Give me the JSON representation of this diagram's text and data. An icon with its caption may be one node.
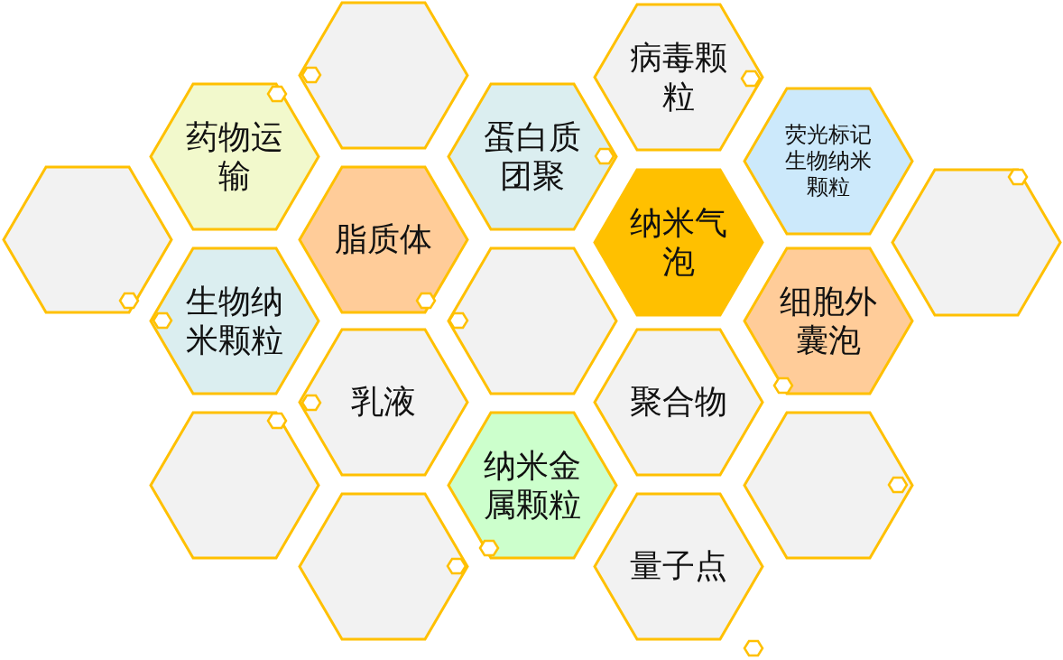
{
  "diagram": {
    "nodes": [
      {
        "text": [],
        "shape": "hexagon"
      },
      {
        "text": [
          "病毒颗粒"
        ]
      },
      {
        "text": [
          "药物运输"
        ]
      },
      {
        "text": [
          "蛋白质团聚"
        ]
      },
      {
        "text": [
          "荧光标记生物纳米颗粒"
        ]
      },
      {
        "text": [],
        "shape": "hexagon"
      },
      {
        "text": [
          "脂质体"
        ]
      },
      {
        "text": [
          "纳米气泡"
        ]
      },
      {
        "text": [],
        "shape": "hexagon"
      },
      {
        "text": [
          "生物纳米颗粒"
        ]
      },
      {
        "text": [],
        "shape": "hexagon"
      },
      {
        "text": [
          "细胞外囊泡"
        ]
      },
      {
        "text": [
          "乳液"
        ]
      },
      {
        "text": [
          "聚合物"
        ]
      },
      {
        "text": [],
        "shape": "hexagon"
      },
      {
        "text": [
          "纳米金属颗粒"
        ]
      },
      {
        "text": [],
        "shape": "hexagon"
      },
      {
        "text": [],
        "shape": "hexagon"
      },
      {
        "text": [
          "量子点"
        ]
      }
    ],
    "edges": []
  }
}
